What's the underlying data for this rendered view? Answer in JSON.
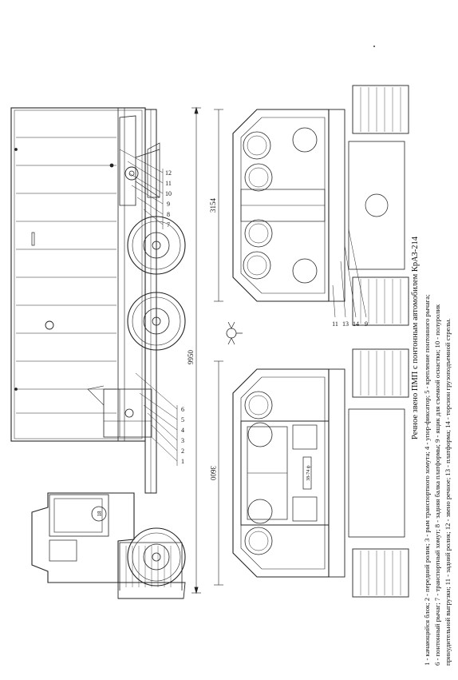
{
  "title": "Речное звено ПМП с понтонным автомобилем КрАЗ-214",
  "caption_lines": [
    "1 - качающийся блок; 2 - передний ролик; 3 - рым транспортного хомута; 4 - упор-фиксатор; 5 - крепление понтонного рычага;",
    "6 - понтонный рычаг; 7 - транспортный хомут; 8 - задняя балка платформы; 9 - ящик для съемной оснастки; 10 - полуролик",
    "принудительной выгрузки; 11 - задний ролик; 12 - звено речное; 13 - платформа; 14 - торсион грузоподъемной стрелы."
  ],
  "dimensions": {
    "overall_length": "9950",
    "top_width": "3154",
    "bottom_width": "3600"
  },
  "side_view_callouts": [
    "1",
    "2",
    "3",
    "4",
    "5",
    "6",
    "7",
    "8",
    "9",
    "10",
    "11",
    "12"
  ],
  "rear_view_callouts": [
    "11",
    "13",
    "14",
    "9"
  ],
  "badges": {
    "pontoon_mark": "18",
    "plate": "38-74 ф"
  }
}
